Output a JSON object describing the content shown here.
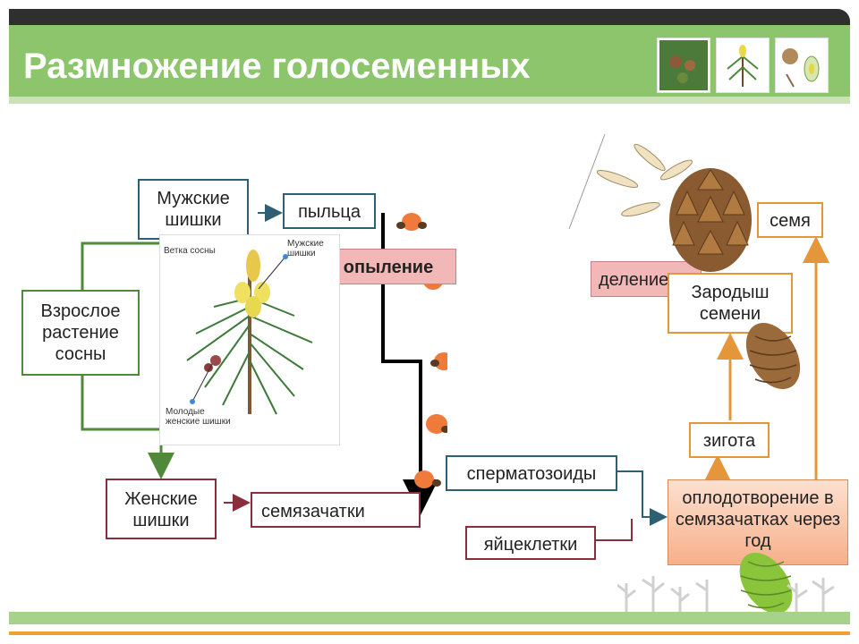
{
  "header": {
    "title": "Размножение голосеменных"
  },
  "diagram": {
    "male_cones": "Мужские шишки",
    "pollen": "пыльца",
    "pollination": "опыление",
    "adult_plant": "Взрослое растение сосны",
    "female_cones": "Женские шишки",
    "ovules": "семязачатки",
    "sperm": "сперматозоиды",
    "eggs": "яйцеклетки",
    "fertilization": "оплодотворение в семязачатках через год",
    "zygote": "зиготa",
    "embryo": "Зародыш семени",
    "division": "деление",
    "seed": "семя"
  },
  "illustration": {
    "branch_label": "Ветка сосны",
    "male_label": "Мужские шишки",
    "female_label": "Молодые женские шишки"
  }
}
